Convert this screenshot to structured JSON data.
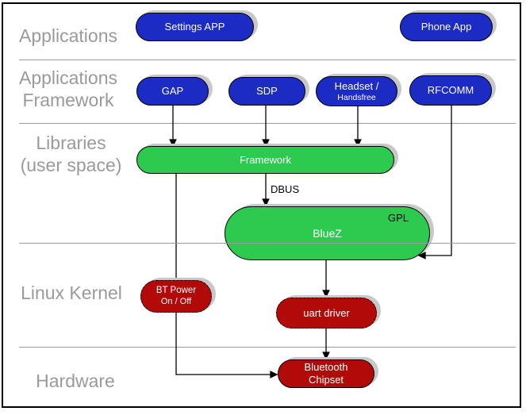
{
  "layers": {
    "applications": "Applications",
    "applications_framework": [
      "Applications",
      "Framework"
    ],
    "libraries": [
      "Libraries",
      "(user space)"
    ],
    "linux_kernel": "Linux Kernel",
    "hardware": "Hardware"
  },
  "nodes": {
    "settings_app": {
      "label": "Settings APP"
    },
    "phone_app": {
      "label": "Phone App"
    },
    "gap": {
      "label": "GAP"
    },
    "sdp": {
      "label": "SDP"
    },
    "headset": {
      "label": [
        "Headset /",
        "Handsfree"
      ]
    },
    "rfcomm": {
      "label": "RFCOMM"
    },
    "framework": {
      "label": "Framework"
    },
    "bluez": {
      "label": "BlueZ",
      "badge": "GPL"
    },
    "bt_power": {
      "label": [
        "BT Power",
        "On / Off"
      ]
    },
    "uart_driver": {
      "label": "uart driver"
    },
    "bluetooth_chipset": {
      "label": [
        "Bluetooth",
        "Chipset"
      ]
    }
  },
  "edges": {
    "dbus": "DBUS"
  },
  "colors": {
    "app_node": "#1b2bc3",
    "lib_node": "#2ec94f",
    "kernel_node": "#b20909",
    "shadow": "#c8c8c8",
    "line": "#9a9a9a",
    "label_text": "#9a9a9a",
    "wire": "#000000"
  }
}
